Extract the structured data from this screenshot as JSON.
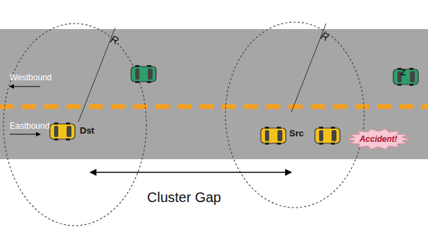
{
  "diagram": {
    "nodes": [
      {
        "text": [
          "Accident!"
        ]
      }
    ],
    "labels": [
      "R",
      "R",
      "Westbound",
      "Eastbound",
      "Dst",
      "Src",
      "Z",
      "Cluster Gap"
    ]
  }
}
